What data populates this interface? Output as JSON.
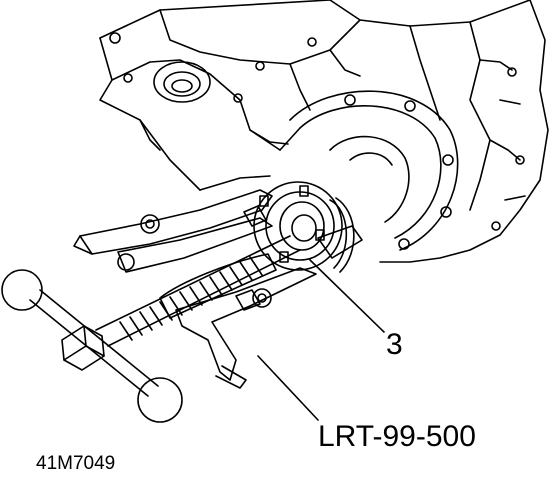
{
  "callouts": {
    "part_number": "3",
    "tool_code": "LRT-99-500"
  },
  "figure_id": "41M7049",
  "colors": {
    "line": "#000000",
    "paper": "#ffffff"
  },
  "icons": [
    "gearbox-housing-drawing",
    "puller-tool-drawing",
    "bearing-hub-drawing"
  ]
}
